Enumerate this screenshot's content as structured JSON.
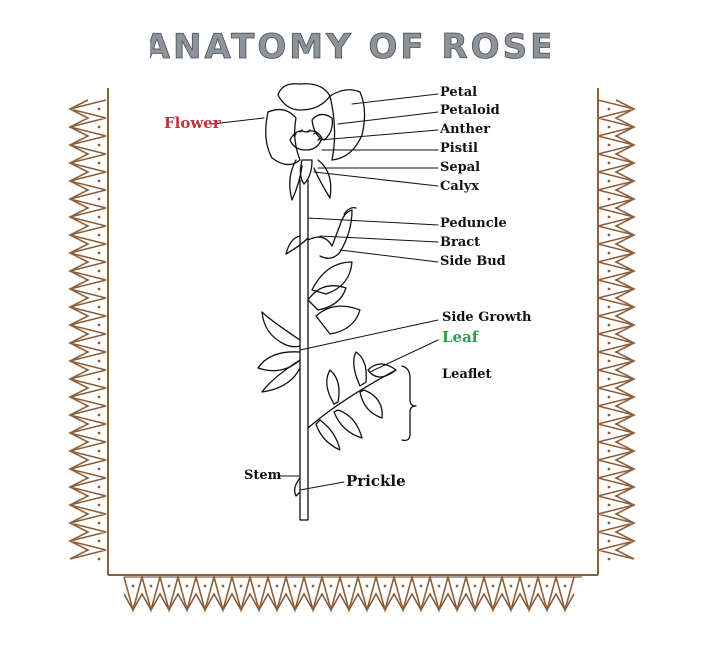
{
  "title": "ANATOMY OF ROSE",
  "title_color": "#8d939b",
  "border_color": "#8b5e3c",
  "labels": {
    "flower": "Flower",
    "petal": "Petal",
    "petaloid": "Petaloid",
    "anther": "Anther",
    "pistil": "Pistil",
    "sepal": "Sepal",
    "calyx": "Calyx",
    "peduncle": "Peduncle",
    "bract": "Bract",
    "side_bud": "Side Bud",
    "side_growth": "Side Growth",
    "leaf": "Leaf",
    "leaflet": "Leaflet",
    "stem": "Stem",
    "prickle": "Prickle"
  },
  "label_colors": {
    "flower": "#c0333a",
    "leaf": "#2e9e4a",
    "default": "#111111"
  },
  "icons": [
    "rose-illustration"
  ]
}
